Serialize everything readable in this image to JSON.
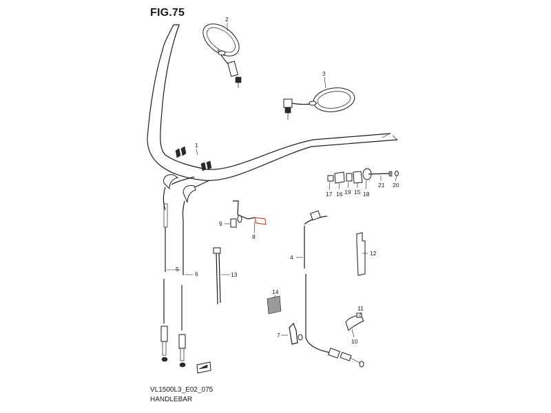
{
  "figure": {
    "title": "FIG.75",
    "model_code": "VL1500L3_E02_075",
    "group_name": "HANDLEBAR"
  },
  "callouts": [
    "1",
    "2",
    "3",
    "4",
    "5",
    "6",
    "7",
    "8",
    "9",
    "10",
    "11",
    "12",
    "13",
    "14",
    "15",
    "16",
    "17",
    "18",
    "19",
    "20",
    "21"
  ]
}
